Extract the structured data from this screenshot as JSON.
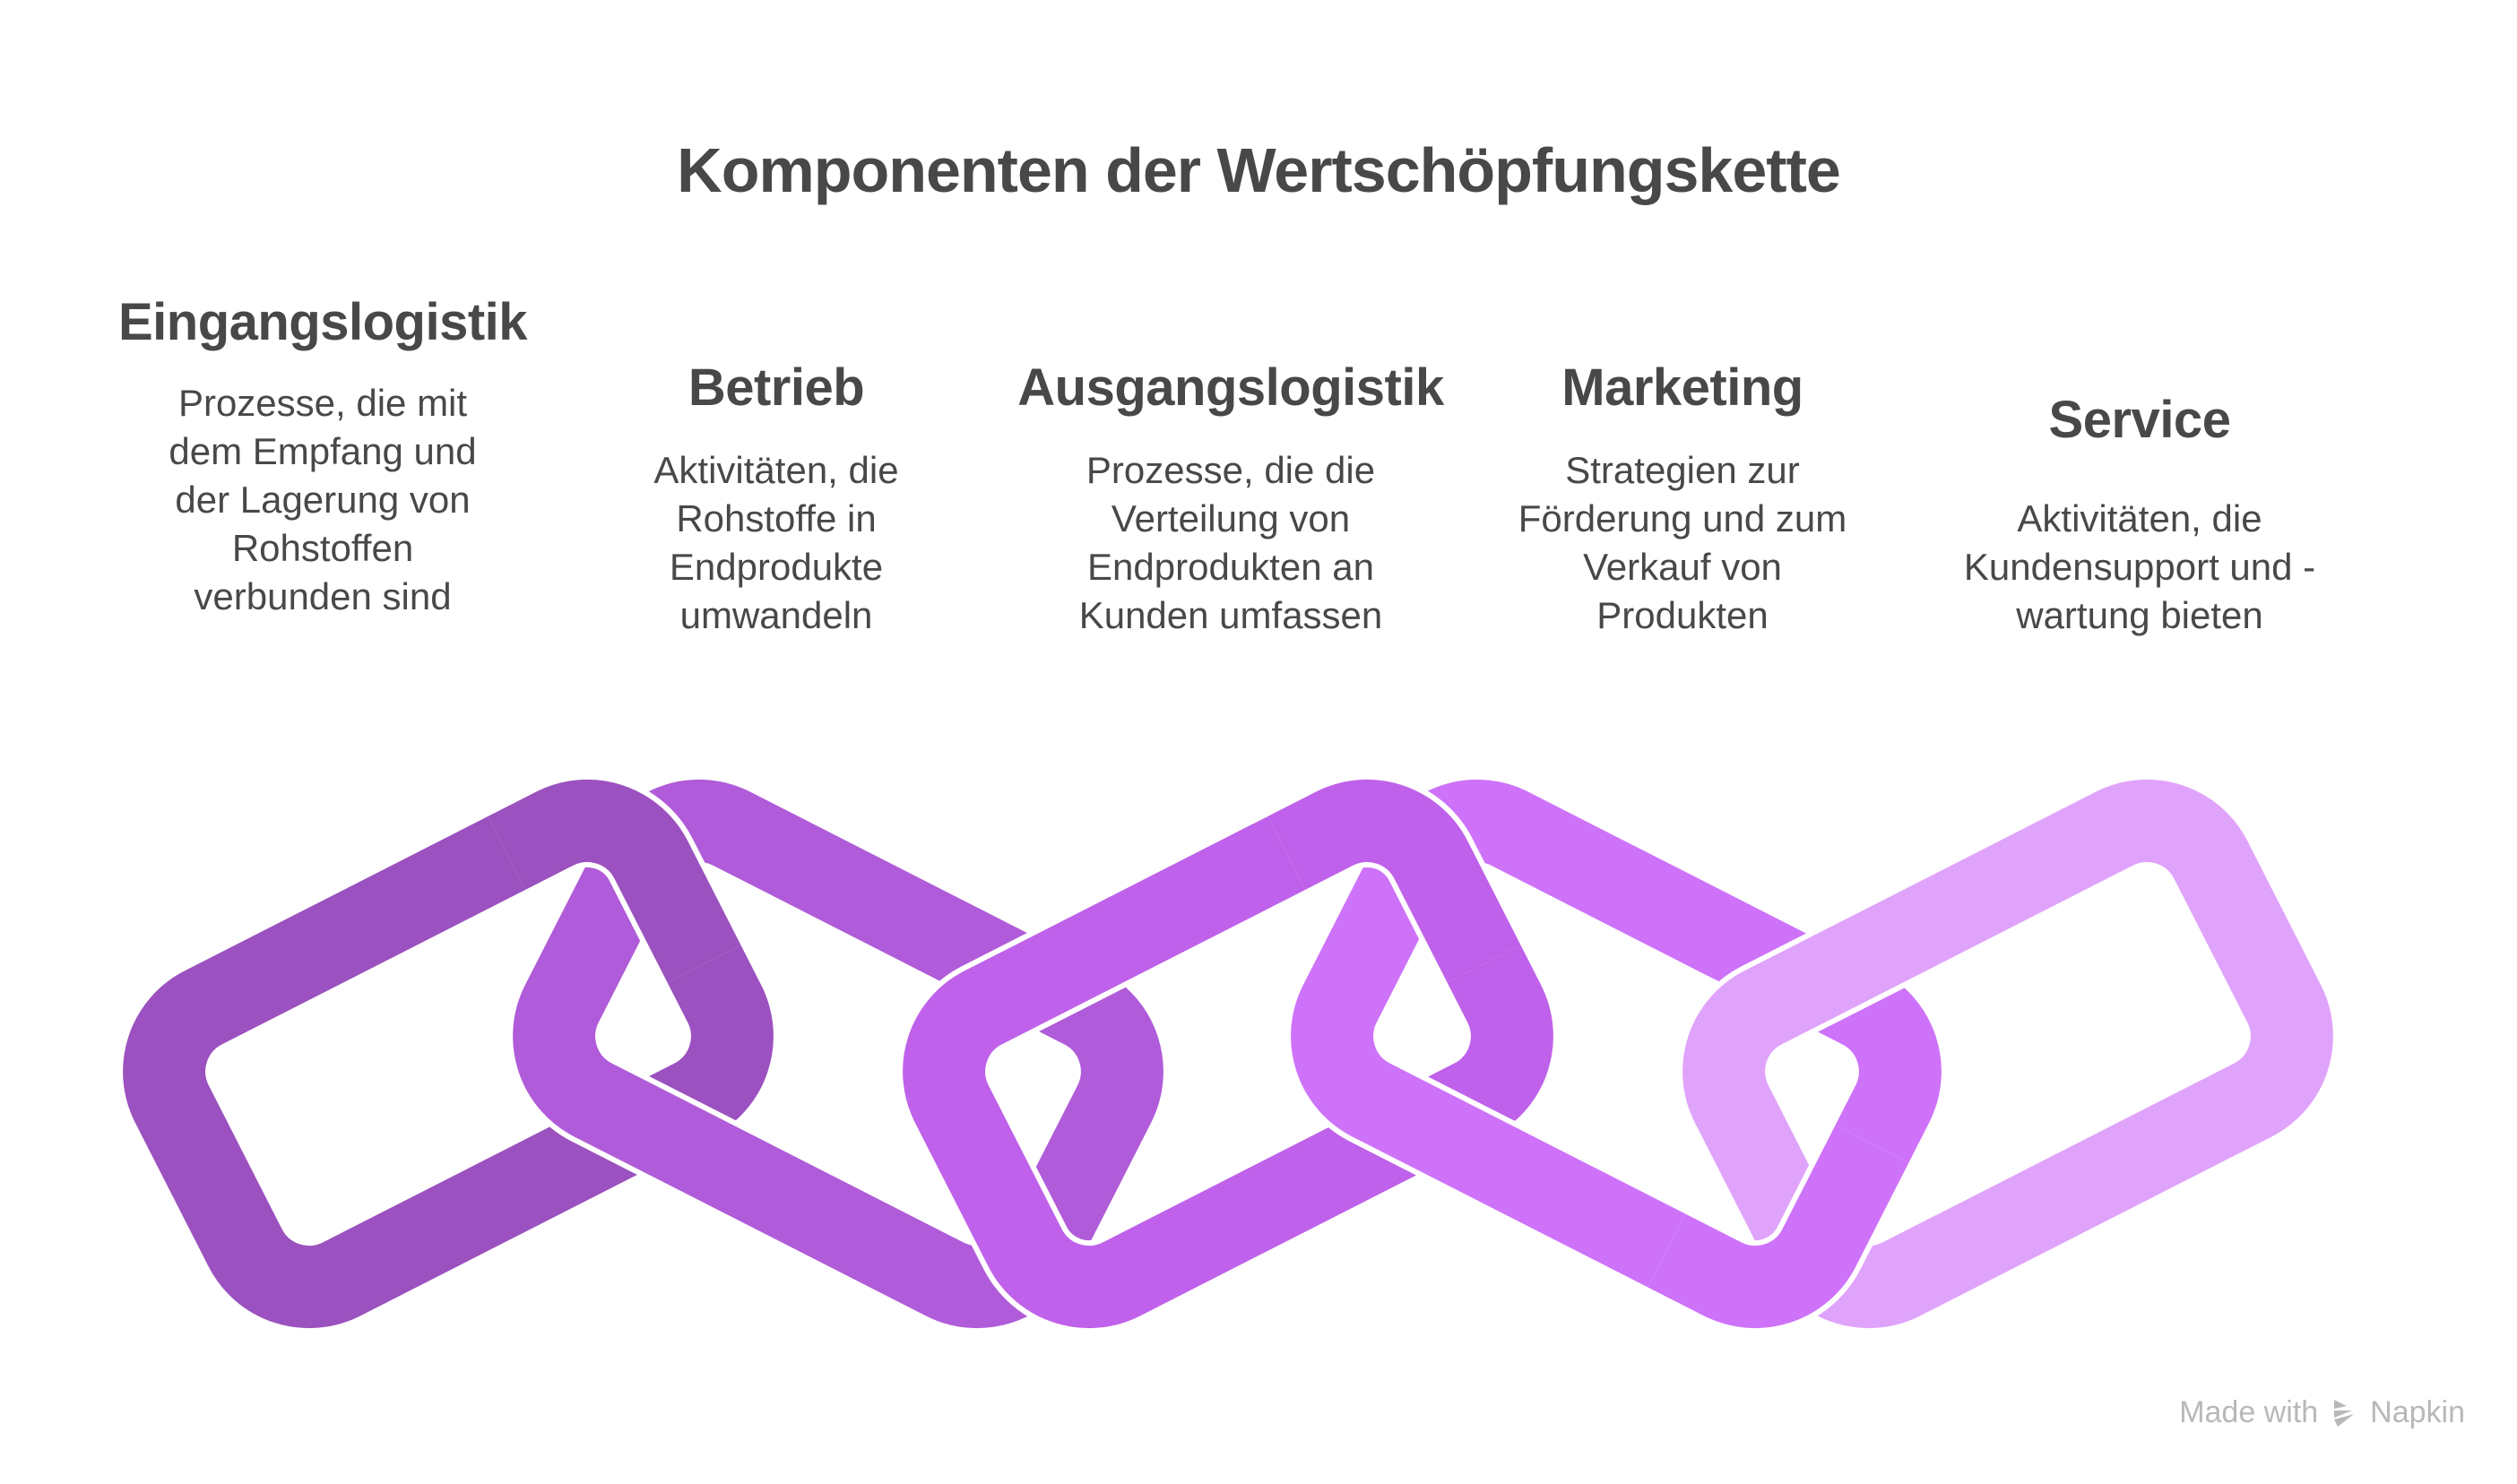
{
  "title": "Komponenten der Wertschöpfungskette",
  "components": [
    {
      "heading": "Eingangslogistik",
      "description": "Prozesse, die mit\ndem Empfang und\nder Lagerung von\nRohstoffen\nverbunden sind",
      "color": "#9B51BF"
    },
    {
      "heading": "Betrieb",
      "description": "Aktivitäten, die\nRohstoffe in\nEndprodukte\numwandeln",
      "color": "#B05BD9"
    },
    {
      "heading": "Ausgangslogistik",
      "description": "Prozesse, die die\nVerteilung von\nEndprodukten an\nKunden umfassen",
      "color": "#BF61EA"
    },
    {
      "heading": "Marketing",
      "description": "Strategien zur\nFörderung und zum\nVerkauf von\nProdukten",
      "color": "#CE72FA"
    },
    {
      "heading": "Service",
      "description": "Aktivitäten, die\nKundensupport und -\nwartung bieten",
      "color": "#E0A3FC"
    }
  ],
  "watermark": {
    "prefix": "Made with",
    "brand": "Napkin",
    "icon": "napkin-logo-icon"
  }
}
